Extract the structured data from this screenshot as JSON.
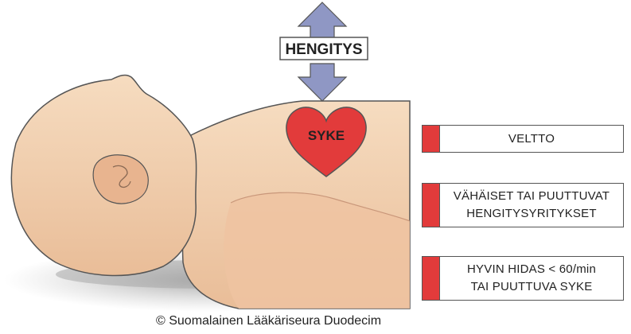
{
  "breathing_label": "HENGITYS",
  "heart_label": "SYKE",
  "status_items": [
    {
      "text": "VELTTO",
      "marker_color": "#e23b3b"
    },
    {
      "text": "VÄHÄISET TAI PUUTTUVAT\nHENGITYSYRITYKSET",
      "marker_color": "#e23b3b"
    },
    {
      "text": "HYVIN HIDAS < 60/min\nTAI PUUTTUVA SYKE",
      "marker_color": "#e23b3b"
    }
  ],
  "copyright": "© Suomalainen Lääkäriseura Duodecim",
  "colors": {
    "skin": "#f2cfae",
    "skin_shadow": "#d9a98a",
    "outline": "#555555",
    "arrow": "#8f97c4",
    "heart": "#e23b3b",
    "marker": "#e23b3b"
  }
}
